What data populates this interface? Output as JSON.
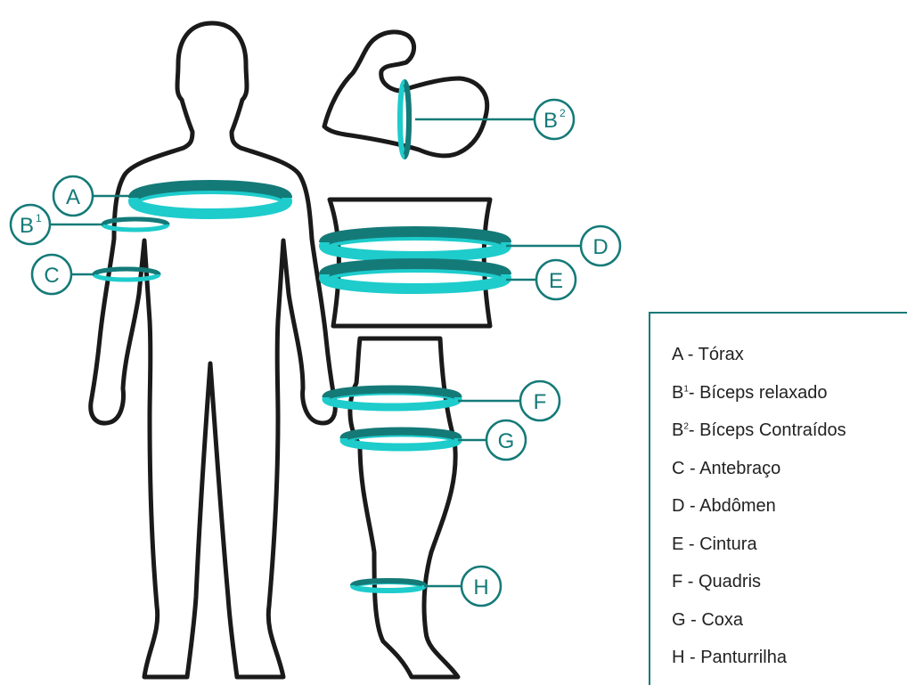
{
  "colors": {
    "band_dark": "#147a78",
    "band_light": "#1ecccc",
    "outline": "#1a1a1a"
  },
  "labels": {
    "A": "A",
    "B1": "B",
    "B1_sup": "1",
    "B2": "B",
    "B2_sup": "2",
    "C": "C",
    "D": "D",
    "E": "E",
    "F": "F",
    "G": "G",
    "H": "H"
  },
  "legend": {
    "items": [
      {
        "text": "A - Tórax"
      },
      {
        "base": "B",
        "sup": "1",
        "text": "- Bíceps relaxado"
      },
      {
        "base": "B",
        "sup": "2",
        "text": "- Bíceps Contraídos"
      },
      {
        "text": "C - Antebraço"
      },
      {
        "text": "D - Abdômen"
      },
      {
        "text": "E - Cintura"
      },
      {
        "text": "F - Quadris"
      },
      {
        "text": "G - Coxa"
      },
      {
        "text": "H - Panturrilha"
      }
    ]
  }
}
